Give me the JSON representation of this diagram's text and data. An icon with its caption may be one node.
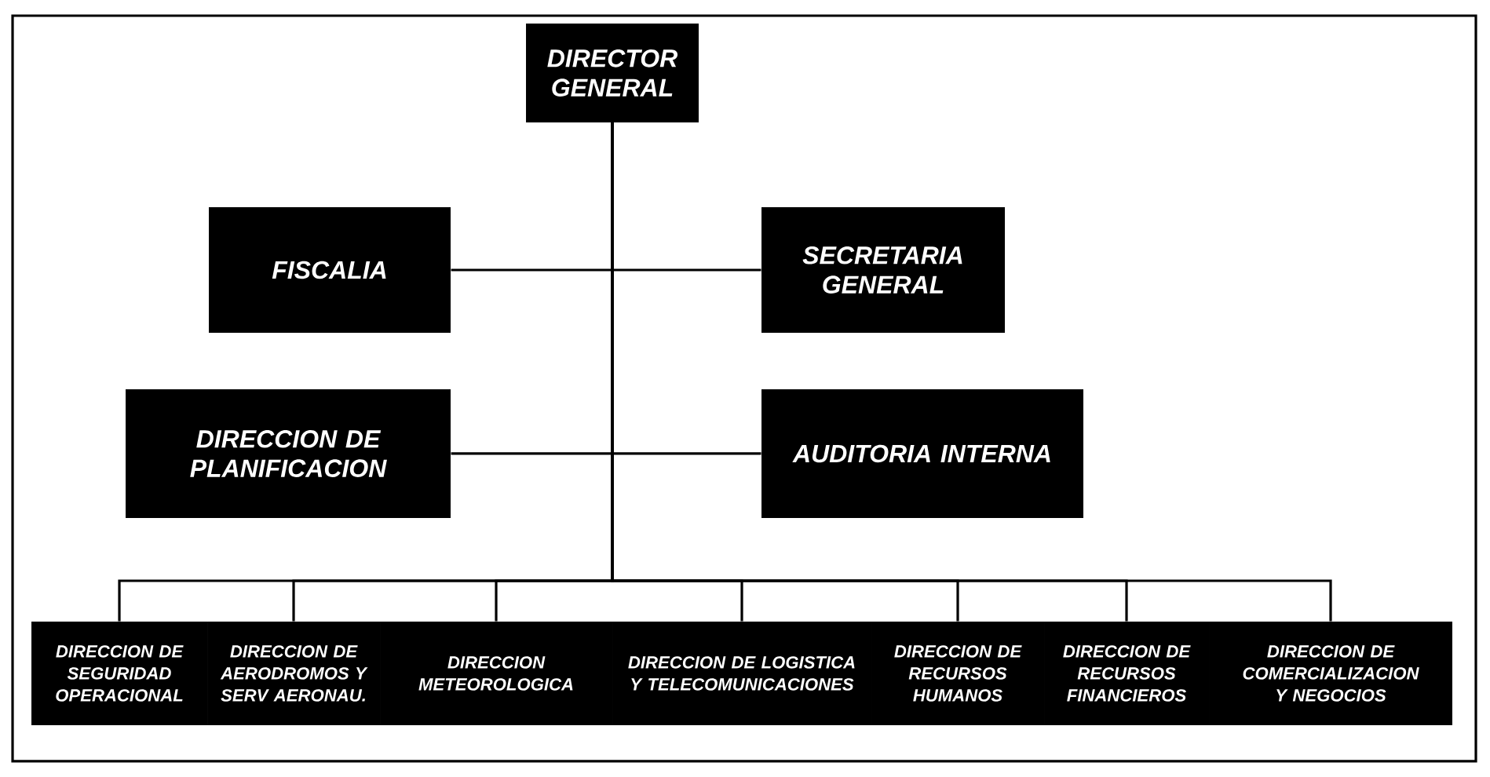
{
  "diagram": {
    "nodes": [
      {
        "text": [
          "DIRECTOR GENERAL"
        ]
      },
      {
        "text": [
          "FISCALIA"
        ]
      },
      {
        "text": [
          "SECRETARIA GENERAL"
        ]
      },
      {
        "text": [
          "DIRECCION DE PLANIFICACION"
        ]
      },
      {
        "text": [
          "AUDITORIA INTERNA"
        ]
      },
      {
        "text": [
          "DIRECCION DE SEGURIDAD OPERACIONAL"
        ]
      },
      {
        "text": [
          "DIRECCION DE AERODROMOS Y SERV AERONAU."
        ]
      },
      {
        "text": [
          "DIRECCION METEOROLOGICA"
        ]
      },
      {
        "text": [
          "DIRECCION DE LOGISTICA Y TELECOMUNICACIONES"
        ]
      },
      {
        "text": [
          "DIRECCION DE RECURSOS HUMANOS"
        ]
      },
      {
        "text": [
          "DIRECCION DE RECURSOS FINANCIEROS"
        ]
      },
      {
        "text": [
          "DIRECCION DE COMERCIALIZACION Y NEGOCIOS"
        ]
      }
    ],
    "edges": [
      {
        "from": 0,
        "to": 1,
        "arrow": "none"
      },
      {
        "from": 0,
        "to": 2,
        "arrow": "none"
      },
      {
        "from": 0,
        "to": 3,
        "arrow": "none"
      },
      {
        "from": 0,
        "to": 4,
        "arrow": "none"
      },
      {
        "from": 0,
        "to": 5,
        "arrow": "none"
      },
      {
        "from": 0,
        "to": 6,
        "arrow": "none"
      },
      {
        "from": 0,
        "to": 7,
        "arrow": "none"
      },
      {
        "from": 0,
        "to": 8,
        "arrow": "none"
      },
      {
        "from": 0,
        "to": 9,
        "arrow": "none"
      },
      {
        "from": 0,
        "to": 10,
        "arrow": "none"
      },
      {
        "from": 0,
        "to": 11,
        "arrow": "none"
      }
    ]
  }
}
